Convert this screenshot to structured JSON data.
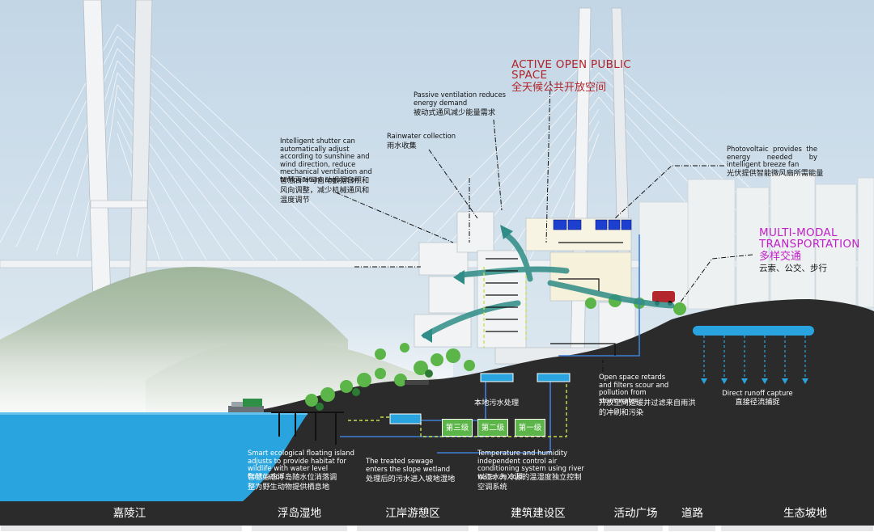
{
  "callouts": {
    "shutter_en": "Intelligent shutter can automatically adjust according to sunshine and wind direction, reduce mechanical ventilation and temperature regulation",
    "shutter_zh": "智慧百叶可自动根据日照和风向调整，减少机械通风和温度调节",
    "rainwater_en": "Rainwater collection",
    "rainwater_zh": "雨水收集",
    "passive_en": "Passive ventilation reduces energy demand",
    "passive_zh": "被动式通风减少能量需求",
    "public_space_en": "ACTIVE OPEN PUBLIC SPACE",
    "public_space_zh": "全天候公共开放空间",
    "pv_en": "Photovoltaic provides the energy needed by intelligent breeze fan",
    "pv_zh": "光伏提供智能微风扇所需能量",
    "multimodal_en": "MULTI-MODAL TRANSPORTATION",
    "multimodal_zh": "多样交通",
    "multimodal_sub_zh": "云索、公交、步行",
    "open_space_en": "Open space retards and filters scour and pollution from stormwater",
    "open_space_zh": "开放空间延缓并过滤来自雨洪的冲刷和污染",
    "runoff_en": "Direct runoff capture",
    "runoff_zh": "直接径流捕捉",
    "sewage_local_zh": "本地污水处理",
    "floating_en": "Smart ecological floating island adjusts to provide habitat for wildlife with water level fluctuation",
    "floating_zh": "智慧生态浮岛随水位消落调整为野生动物提供栖息地",
    "treated_en": "The treated sewage enters the slope wetland",
    "treated_zh": "处理后的污水进入坡地湿地",
    "hvac_en": "Temperature and humidity independent control air conditioning system using river water as cold",
    "hvac_zh": "以江水为冷源的温湿度独立控制空调系统"
  },
  "treatment_levels": [
    "第三级",
    "第二级",
    "第一级"
  ],
  "zones": [
    "嘉陵江",
    "浮岛湿地",
    "江岸游憩区",
    "建筑建设区",
    "活动广场",
    "道路",
    "生态坡地"
  ],
  "colors": {
    "sky": "#c9dbe9",
    "river": "#2aa4de",
    "ground": "#2b2b2b",
    "green": "#5cb548",
    "flow_blue": "#3f7fd8",
    "title_red": "#b0242a",
    "title_magenta": "#c21fc9",
    "band": "#e8e8ea"
  }
}
